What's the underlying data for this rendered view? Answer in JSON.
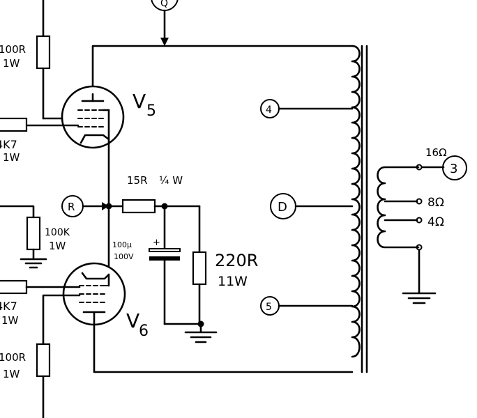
{
  "valves": [
    {
      "id": "v5",
      "label": "V",
      "sub": "5"
    },
    {
      "id": "v6",
      "label": "V",
      "sub": "6"
    }
  ],
  "resistors": {
    "r_top_left": {
      "value": "100R",
      "power": "1W"
    },
    "r_grid_top": {
      "value": "4K7",
      "power": "1W"
    },
    "r_100k": {
      "value": "100K",
      "power": "1W"
    },
    "r_grid_bot": {
      "value": "4K7",
      "power": "1W"
    },
    "r_bot_left": {
      "value": "100R",
      "power": "1W"
    },
    "r_15r": {
      "value": "15R",
      "power": "¼ W"
    },
    "r_220r": {
      "value": "220R",
      "power": "11W"
    }
  },
  "capacitor": {
    "value": "100µ",
    "voltage": "100V",
    "polarity": "+"
  },
  "nodes": {
    "top_circle": "Q",
    "n4": "4",
    "nD": "D",
    "n5": "5",
    "nR": "R",
    "n3": "3"
  },
  "outputs": {
    "o16": "16Ω",
    "o8": "8Ω",
    "o4": "4Ω"
  }
}
